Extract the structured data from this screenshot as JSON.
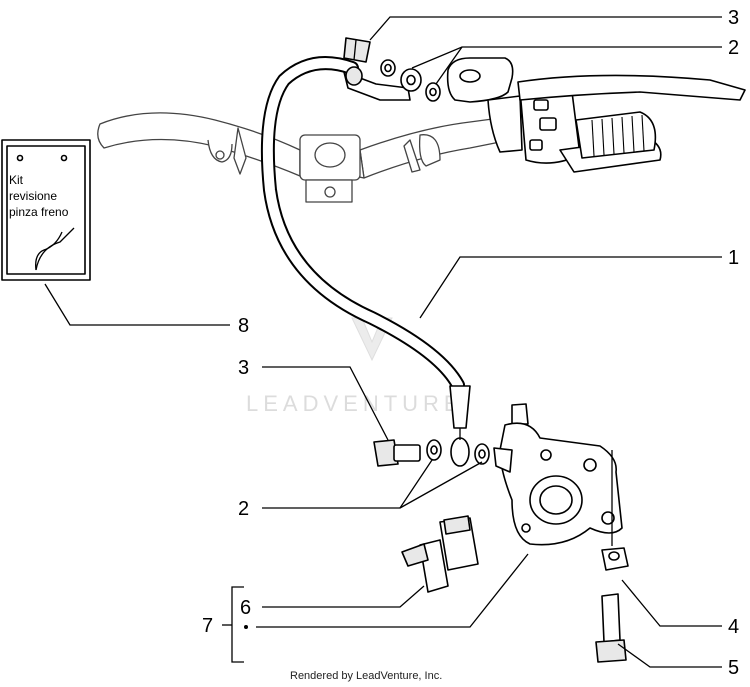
{
  "callouts": [
    {
      "id": "c-3-top",
      "text": "3"
    },
    {
      "id": "c-2-top",
      "text": "2"
    },
    {
      "id": "c-1",
      "text": "1"
    },
    {
      "id": "c-8",
      "text": "8"
    },
    {
      "id": "c-3-mid",
      "text": "3"
    },
    {
      "id": "c-2-mid",
      "text": "2"
    },
    {
      "id": "c-6",
      "text": "6"
    },
    {
      "id": "c-7",
      "text": "7"
    },
    {
      "id": "c-4",
      "text": "4"
    },
    {
      "id": "c-5",
      "text": "5"
    }
  ],
  "kit_label": {
    "line1": "Kit",
    "line2": "revisione",
    "line3": "pinza freno"
  },
  "watermark": "LEADVENTURE",
  "footer": "Rendered by LeadVenture, Inc."
}
